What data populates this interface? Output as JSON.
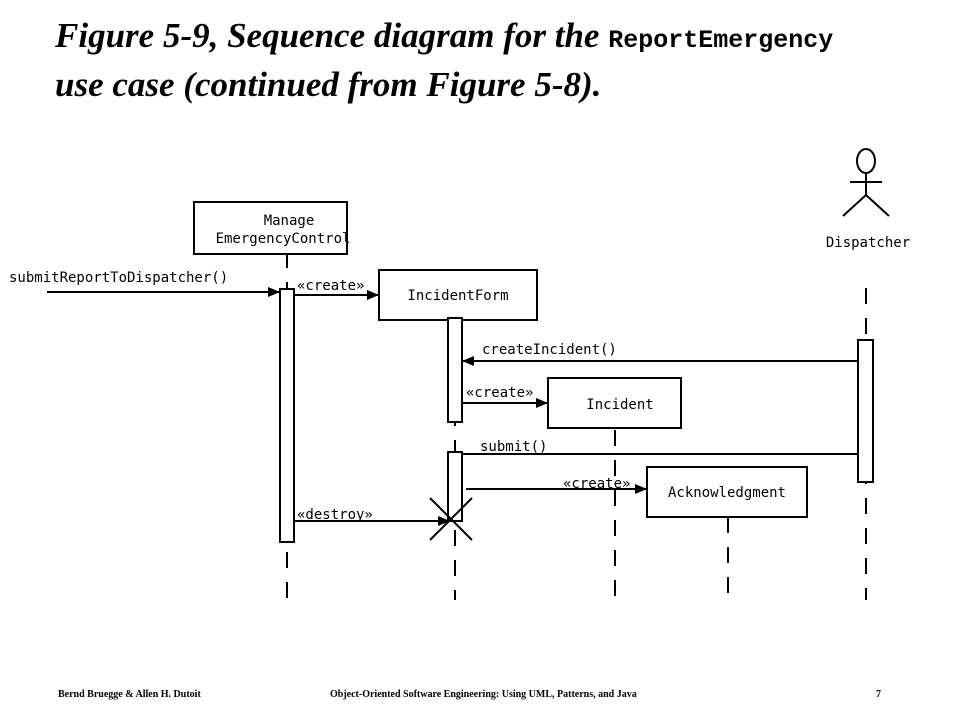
{
  "title": {
    "line1_prefix": "Figure 5-9, Sequence diagram for the ",
    "line1_code": "ReportEmergency",
    "line2": "use case (continued from Figure 5-8)."
  },
  "objects": {
    "manage_line1": "Manage",
    "manage_line2": "EmergencyControl",
    "incident_form": "IncidentForm",
    "incident": "Incident",
    "acknowledgment": "Acknowledgment",
    "dispatcher": "Dispatcher"
  },
  "messages": {
    "submit_report": "submitReportToDispatcher()",
    "create_form": "«create»",
    "create_incident": "createIncident()",
    "create_incident_obj": "«create»",
    "submit": "submit()",
    "create_ack": "«create»",
    "destroy": "«destroy»"
  },
  "footer": {
    "authors": "Bernd Bruegge & Allen H. Dutoit",
    "book": "Object-Oriented Software Engineering: Using UML, Patterns, and Java",
    "page": "7"
  }
}
